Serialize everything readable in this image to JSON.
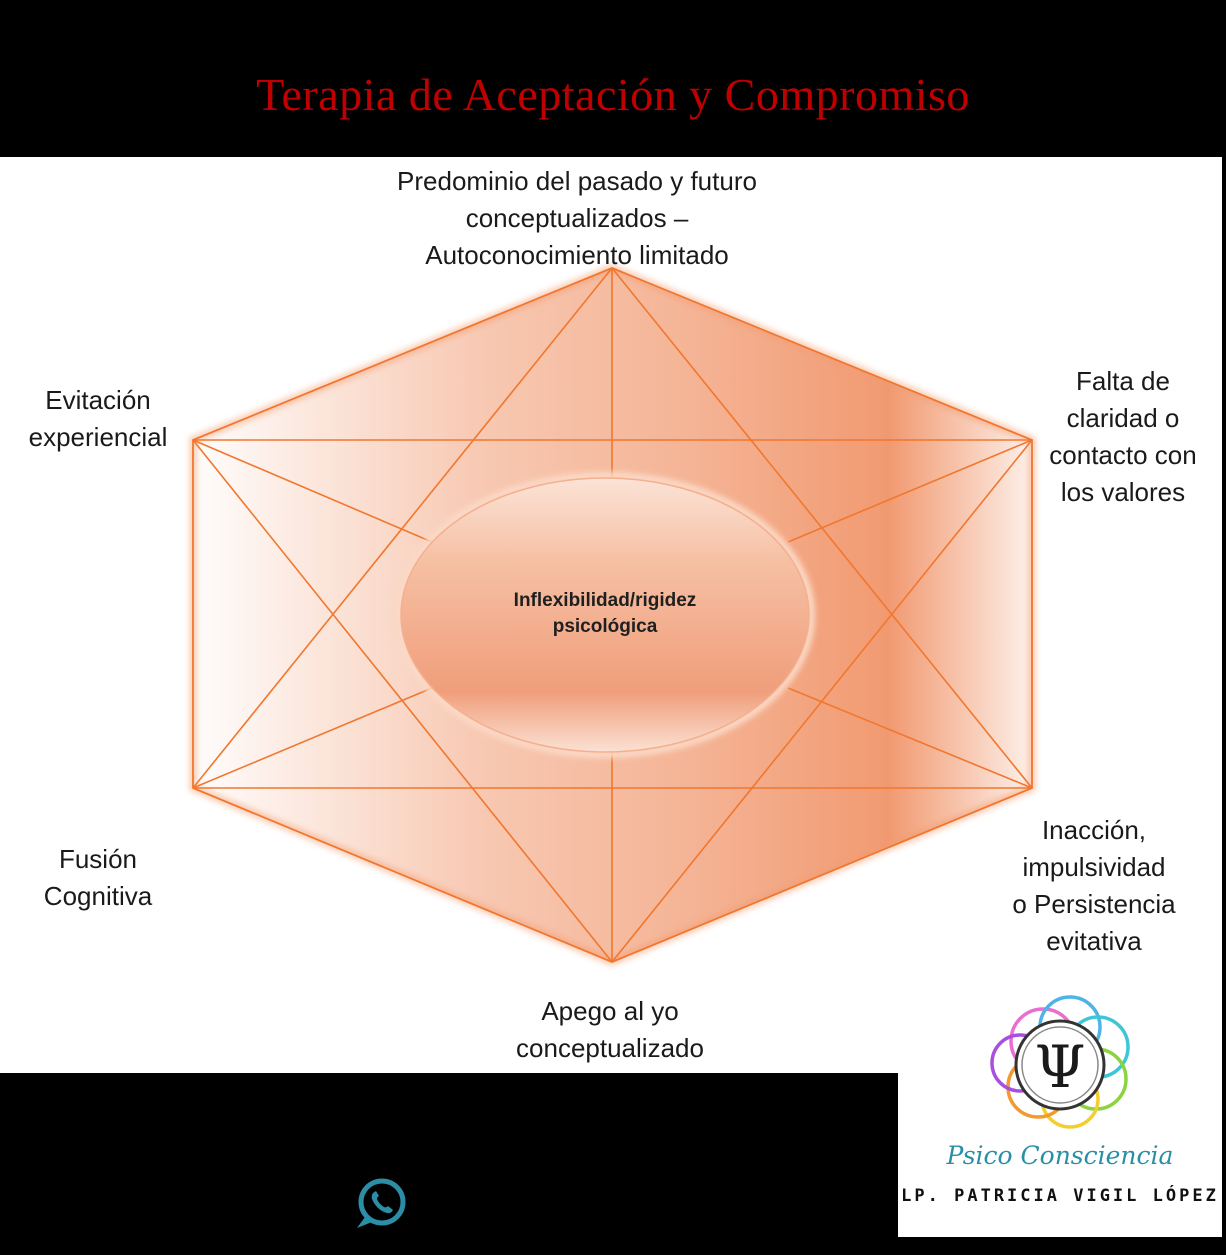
{
  "header": {
    "title": "Terapia de Aceptación y Compromiso"
  },
  "diagram": {
    "center": [
      "Inflexibilidad/rigidez",
      "psicológica"
    ],
    "nodes": {
      "top": [
        "Predominio del pasado y futuro",
        "conceptualizados –",
        "Autoconocimiento limitado"
      ],
      "upper_left": [
        "Evitación",
        "experiencial"
      ],
      "upper_right": [
        "Falta de",
        "claridad o",
        "contacto con",
        "los valores"
      ],
      "lower_left": [
        "Fusión",
        "Cognitiva"
      ],
      "lower_right": [
        "Inacción,",
        "impulsividad",
        "o Persistencia",
        "evitativa"
      ],
      "bottom": [
        "Apego al yo",
        "conceptualizado"
      ]
    },
    "colors": {
      "accent": "#f2772e",
      "fill": "#f0a07a",
      "title": "#c00000"
    }
  },
  "logo": {
    "symbol": "Ψ",
    "brand": "Psico Consciencia",
    "author": "LP. PATRICIA VIGIL LÓPEZ"
  },
  "footer": {
    "icon": "whatsapp-icon"
  }
}
